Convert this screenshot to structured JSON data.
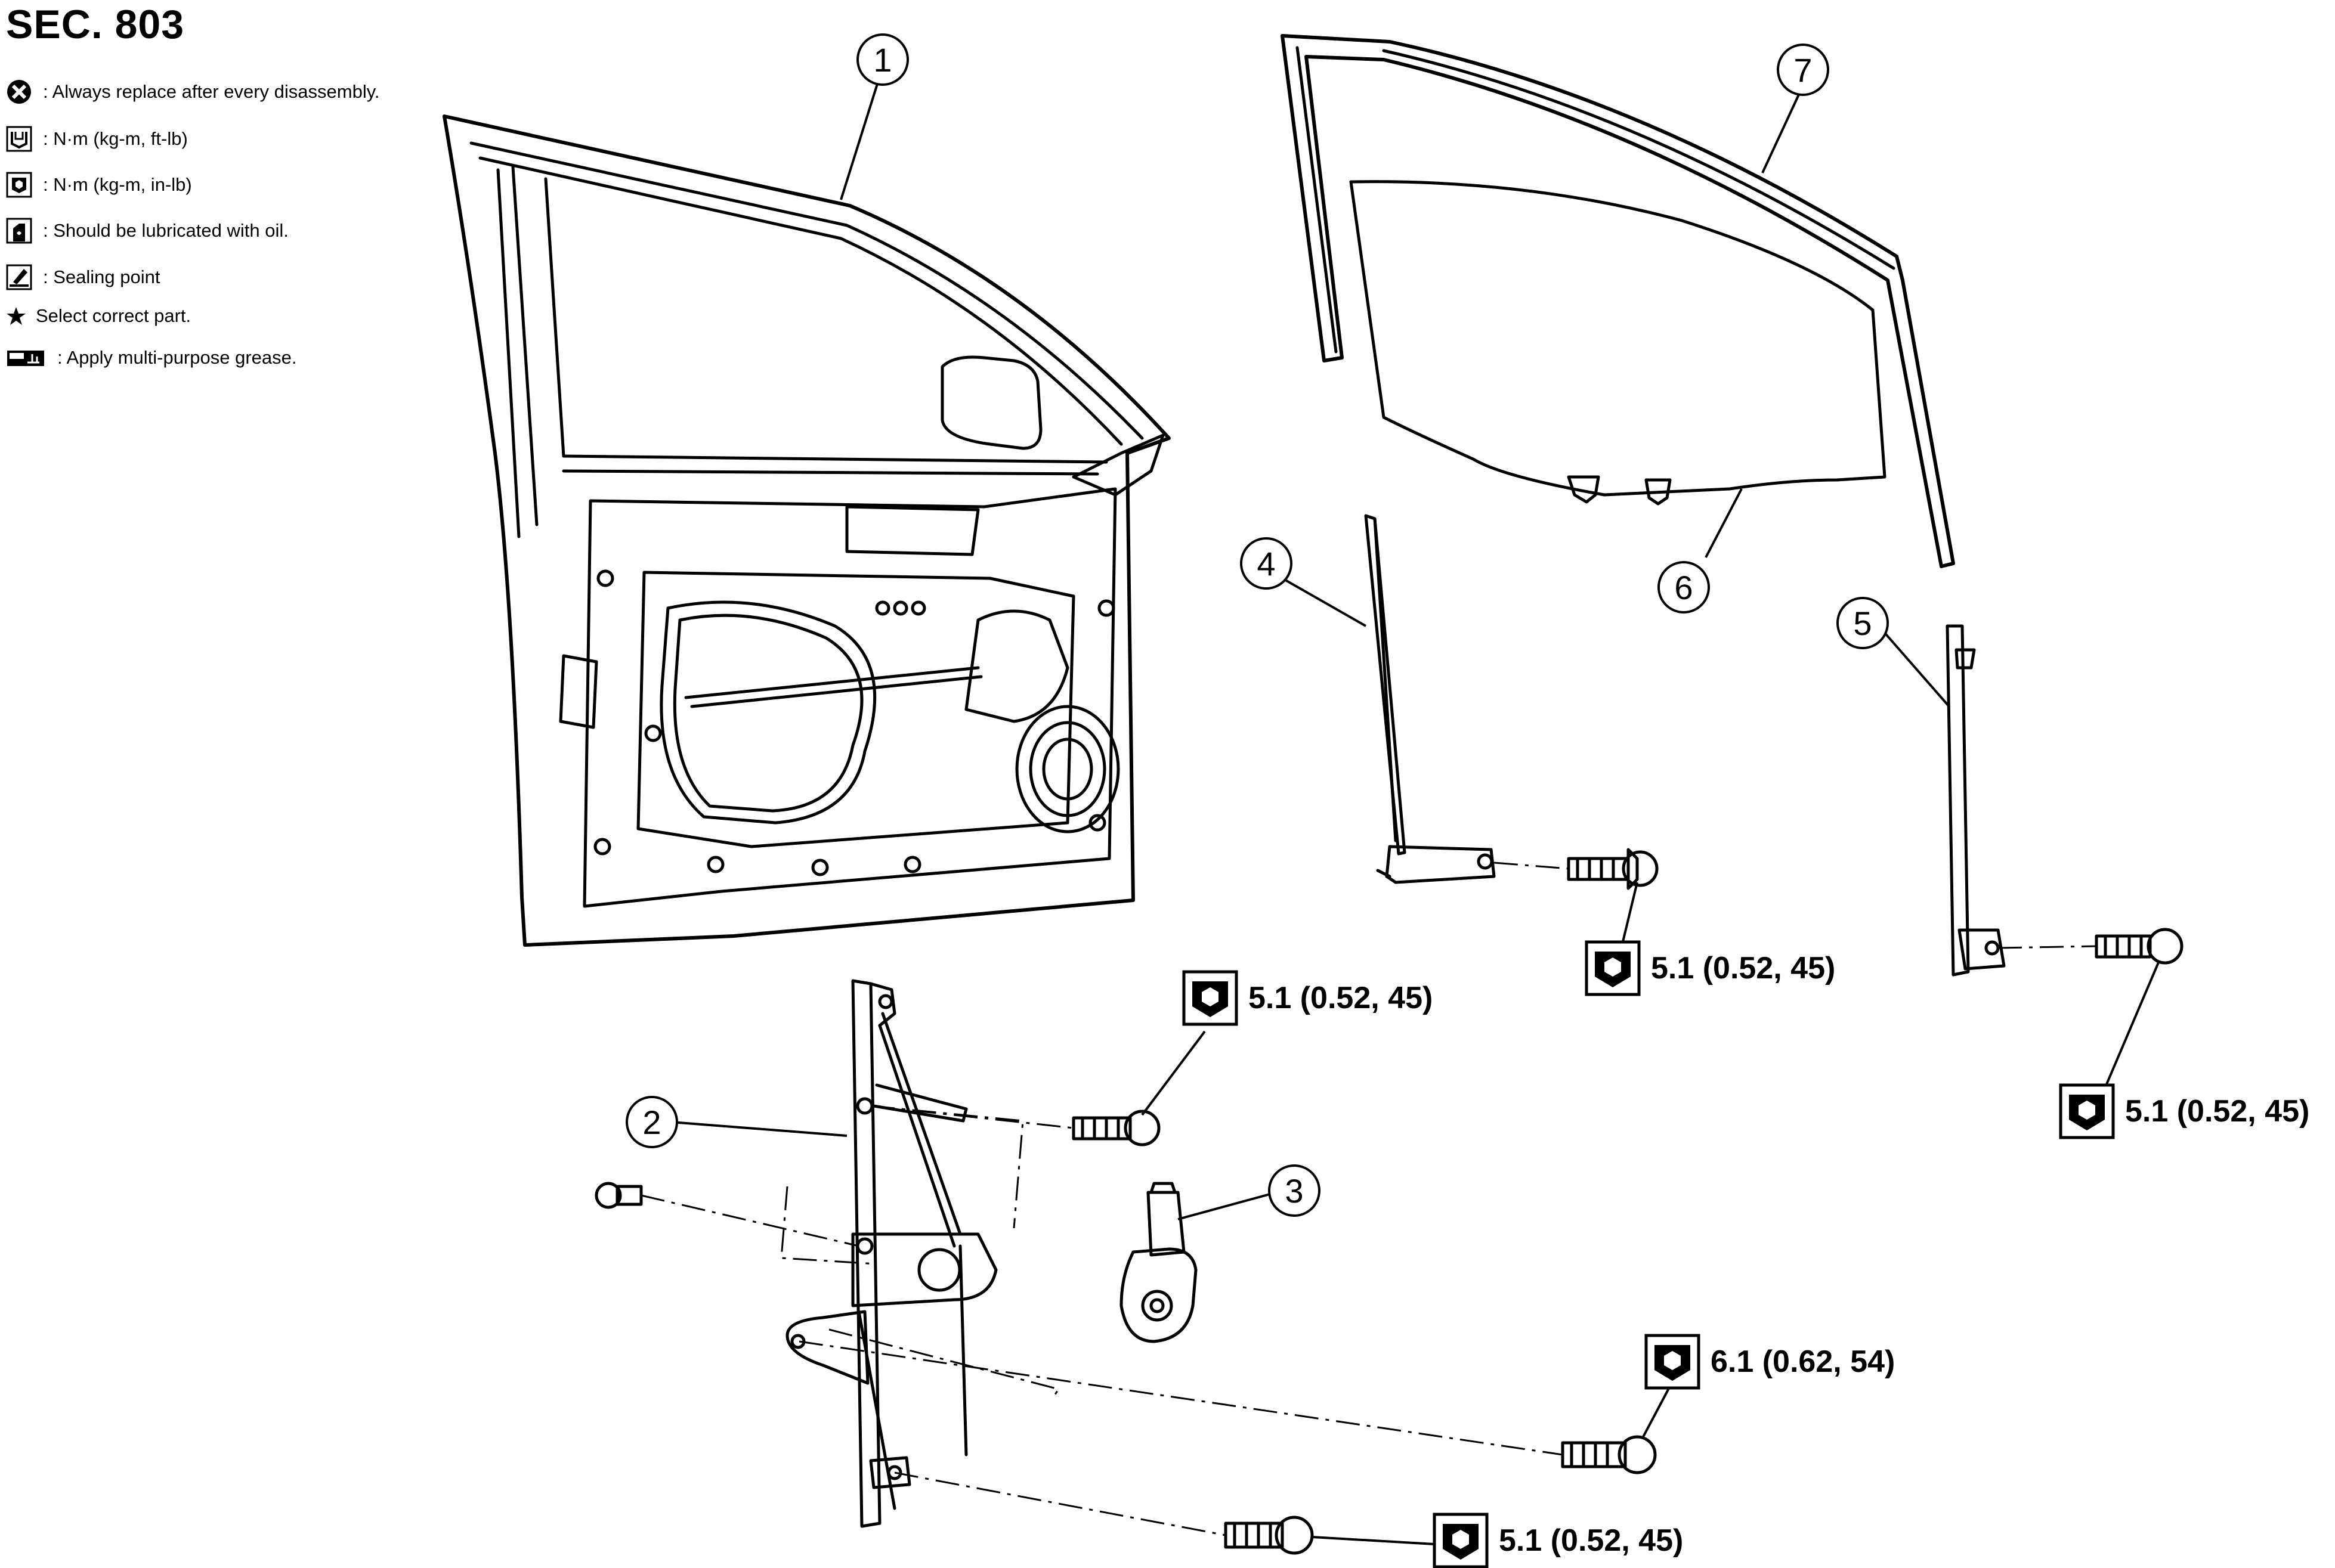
{
  "section_title": "SEC. 803",
  "legend": [
    {
      "icon": "always-replace-icon",
      "text": ": Always replace after every disassembly."
    },
    {
      "icon": "torque-wrench-ftlb-icon",
      "text": ": N·m (kg-m, ft-lb)"
    },
    {
      "icon": "torque-wrench-inlb-icon",
      "text": ": N·m (kg-m, in-lb)"
    },
    {
      "icon": "oil-can-icon",
      "text": ": Should be lubricated with oil."
    },
    {
      "icon": "sealing-point-icon",
      "text": ": Sealing point"
    },
    {
      "icon": "star-icon",
      "text": "Select correct part."
    },
    {
      "icon": "grease-icon",
      "text": ": Apply multi-purpose grease."
    }
  ],
  "callouts": [
    "1",
    "2",
    "3",
    "4",
    "5",
    "6",
    "7"
  ],
  "torque_specs": [
    {
      "id": "glass-run-front",
      "value": "5.1 (0.52, 45)"
    },
    {
      "id": "regulator-upper",
      "value": "5.1 (0.52, 45)"
    },
    {
      "id": "glass-run-rear",
      "value": "5.1 (0.52, 45)"
    },
    {
      "id": "regulator-mid",
      "value": "6.1 (0.62, 54)"
    },
    {
      "id": "regulator-lower",
      "value": "5.1 (0.52, 45)"
    }
  ]
}
